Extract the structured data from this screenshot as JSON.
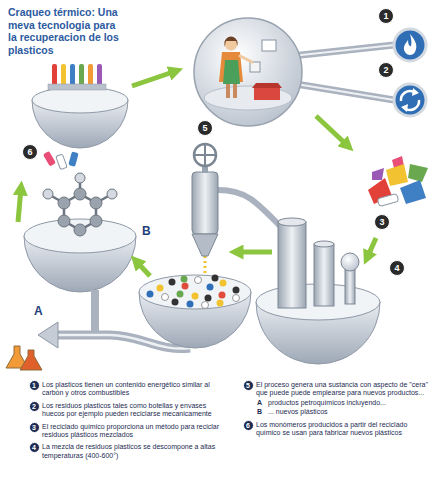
{
  "diagram": {
    "title": "Craqueo térmico: Una meva tecnologia para la recuperacion de los plasticos",
    "nodes": [
      {
        "text": [
          "1"
        ]
      },
      {
        "text": [
          "2"
        ]
      },
      {
        "text": [
          "3"
        ]
      },
      {
        "text": [
          "4"
        ]
      },
      {
        "text": [
          "5"
        ]
      },
      {
        "text": [
          "6"
        ]
      },
      {
        "text": [
          "1"
        ]
      },
      {
        "text": [
          "2"
        ]
      },
      {
        "text": [
          "3"
        ]
      },
      {
        "text": [
          "4"
        ]
      },
      {
        "text": [
          "5"
        ]
      },
      {
        "text": [
          "6"
        ]
      }
    ],
    "labels": [
      "B",
      "A",
      "Los plasticos tienen un contenido energético similar al carbón y otros combustibles",
      "Los residuos plasticos tales como botellas y envases huecos por ejemplo pueden reciclarse mecanicamente",
      "El reciclado químico proporciona un método para reciclar residuos plásticos mezclados",
      "La mezcla de residuos plasticos se descompone a altas temperaturas (400-600°)",
      "El proceso genera una sustancia con aspecto de \"cera\" que puede puede emplearse para nuevos productos...",
      "A",
      "productos petroquímicos incluyendo...",
      "B",
      "... nuevos plásticos",
      "Los monómeros producidos a partir del reciclado químico se usan para fabricar nuevos plásticos"
    ]
  }
}
